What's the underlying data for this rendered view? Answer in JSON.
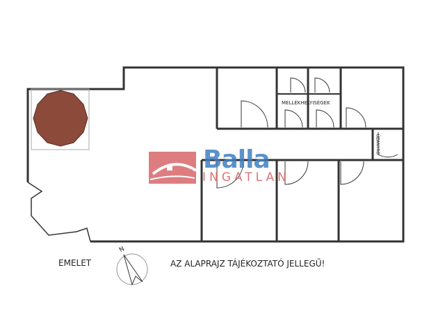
{
  "plan": {
    "floor_label": "EMELET",
    "disclaimer": "AZ ALAPRAJZ TÁJÉKOZTATÓ JELLEGŰ!",
    "room_label_wc": "MELLÉKHELYISÉGEK",
    "room_label_small": "ÜZANYRÓ",
    "compass_letter": "N"
  },
  "logo": {
    "name": "Balla",
    "sub": "INGATLAN"
  },
  "colors": {
    "wall": "#333333",
    "table": "#8b4a3a",
    "logo_blue": "#3f7fc2",
    "logo_pink": "#d8676a"
  }
}
